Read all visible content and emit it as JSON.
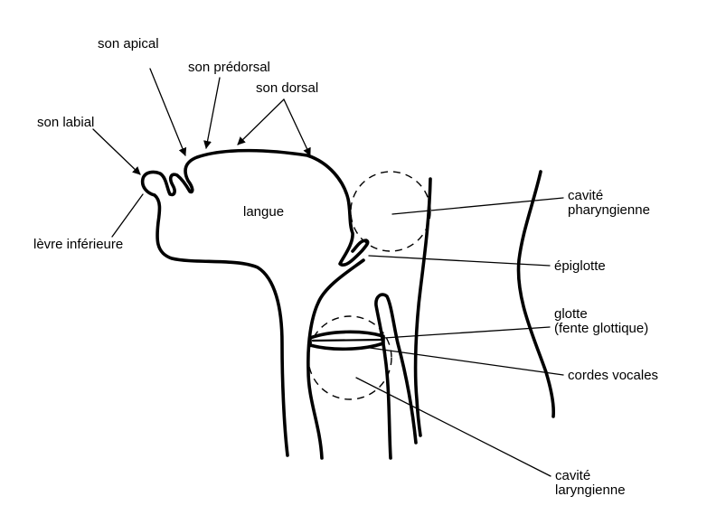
{
  "labels": {
    "son_apical": "son apical",
    "son_predorsal": "son prédorsal",
    "son_dorsal": "son dorsal",
    "son_labial": "son labial",
    "langue": "langue",
    "levre_inferieure": "lèvre inférieure",
    "cavite_pharyngienne_1": "cavité",
    "cavite_pharyngienne_2": "pharyngienne",
    "epiglotte": "épiglotte",
    "glotte_1": "glotte",
    "glotte_2": "(fente glottique)",
    "cordes_vocales": "cordes vocales",
    "cavite_laryngienne_1": "cavité",
    "cavite_laryngienne_2": "laryngienne"
  },
  "colors": {
    "ink": "#000000",
    "background": "#ffffff"
  }
}
